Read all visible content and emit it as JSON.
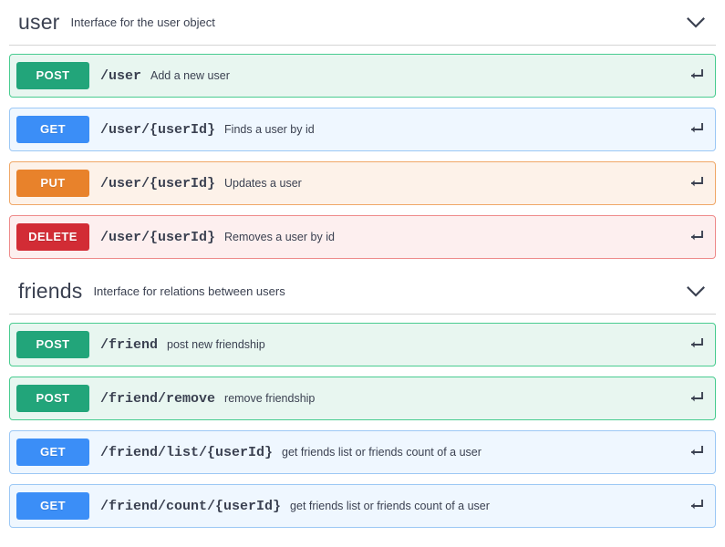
{
  "sections": [
    {
      "id": "user",
      "title": "user",
      "description": "Interface for the user object",
      "chevron_icon": "chevron-down-icon",
      "operations": [
        {
          "method": "POST",
          "method_class": "post",
          "path": "/user",
          "summary": "Add a new user",
          "auth_icon": "return-arrow-icon",
          "color": "#49cc90"
        },
        {
          "method": "GET",
          "method_class": "get",
          "path": "/user/{userId}",
          "summary": "Finds a user by id",
          "auth_icon": "return-arrow-icon",
          "color": "#61affe"
        },
        {
          "method": "PUT",
          "method_class": "put",
          "path": "/user/{userId}",
          "summary": "Updates a user",
          "auth_icon": "return-arrow-icon",
          "color": "#fca130"
        },
        {
          "method": "DELETE",
          "method_class": "delete",
          "path": "/user/{userId}",
          "summary": "Removes a user by id",
          "auth_icon": "return-arrow-icon",
          "color": "#f93e3e"
        }
      ]
    },
    {
      "id": "friends",
      "title": "friends",
      "description": "Interface for relations between users",
      "chevron_icon": "chevron-down-icon",
      "operations": [
        {
          "method": "POST",
          "method_class": "post",
          "path": "/friend",
          "summary": "post new friendship",
          "auth_icon": "return-arrow-icon",
          "color": "#49cc90"
        },
        {
          "method": "POST",
          "method_class": "post",
          "path": "/friend/remove",
          "summary": "remove friendship",
          "auth_icon": "return-arrow-icon",
          "color": "#49cc90"
        },
        {
          "method": "GET",
          "method_class": "get",
          "path": "/friend/list/{userId}",
          "summary": "get friends list or friends count of a user",
          "auth_icon": "return-arrow-icon",
          "color": "#61affe"
        },
        {
          "method": "GET",
          "method_class": "get",
          "path": "/friend/count/{userId}",
          "summary": "get friends list or friends count of a user",
          "auth_icon": "return-arrow-icon",
          "color": "#61affe"
        }
      ]
    }
  ]
}
